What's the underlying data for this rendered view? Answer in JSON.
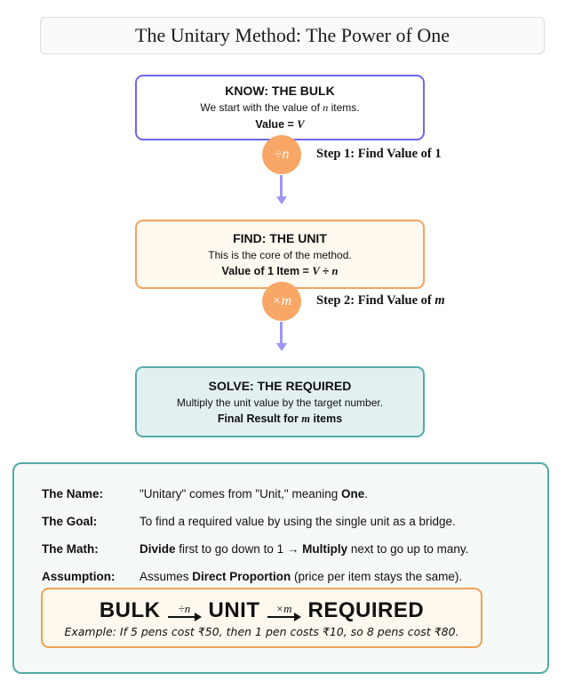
{
  "title": "The Unitary Method: The Power of One",
  "colors": {
    "purple_border": "#6F66F2",
    "purple_arrow": "#9C95F8",
    "orange_border": "#F5A45E",
    "orange_badge": "#F8A766",
    "cream_bg": "#FFF9F0",
    "teal_border": "#55ACA5",
    "teal_bg": "#E3F0F1",
    "panel_bg": "#F5FAF9"
  },
  "flow": {
    "box1": {
      "heading": "KNOW: THE BULK",
      "desc_pre": "We start with the value of ",
      "desc_math": "n",
      "desc_post": " items.",
      "result_label": "Value",
      "result_eq": " = ",
      "result_math": "V"
    },
    "step1": {
      "badge": "÷n",
      "label": "Step 1: Find Value of 1"
    },
    "box2": {
      "heading": "FIND: THE UNIT",
      "desc": "This is the core of the method.",
      "result_label": "Value of 1 Item",
      "result_eq": " = ",
      "result_math_v": "V",
      "result_op": " ÷ ",
      "result_math_n": "n"
    },
    "step2": {
      "badge": "×m",
      "label_pre": "Step 2: Find Value of ",
      "label_math": "m"
    },
    "box3": {
      "heading": "SOLVE: THE REQUIRED",
      "desc": "Multiply the unit value by the target number.",
      "result_pre": "Final Result for ",
      "result_math": "m",
      "result_post": " items"
    }
  },
  "panel": {
    "rows": [
      {
        "label": "The Name:",
        "seg0": "\"Unitary\" comes from \"Unit,\" meaning ",
        "seg1": "One",
        "seg2": "."
      },
      {
        "label": "The Goal:",
        "seg0": "To find a required value by using the single unit as a bridge."
      },
      {
        "label": "The Math:",
        "seg0": "Divide",
        "seg1": " first to go down to 1 → ",
        "seg2": "Multiply",
        "seg3": " next to go up to many."
      },
      {
        "label": "Assumption:",
        "seg0": "Assumes ",
        "seg1": "Direct Proportion",
        "seg2": " (price per item stays the same)."
      }
    ],
    "formula": {
      "word1": "BULK",
      "arrow1_label": "÷n",
      "word2": "UNIT",
      "arrow2_label": "×m",
      "word3": "REQUIRED",
      "example": "Example: If 5 pens cost ₹50, then 1 pen costs ₹10, so 8 pens cost ₹80."
    }
  }
}
